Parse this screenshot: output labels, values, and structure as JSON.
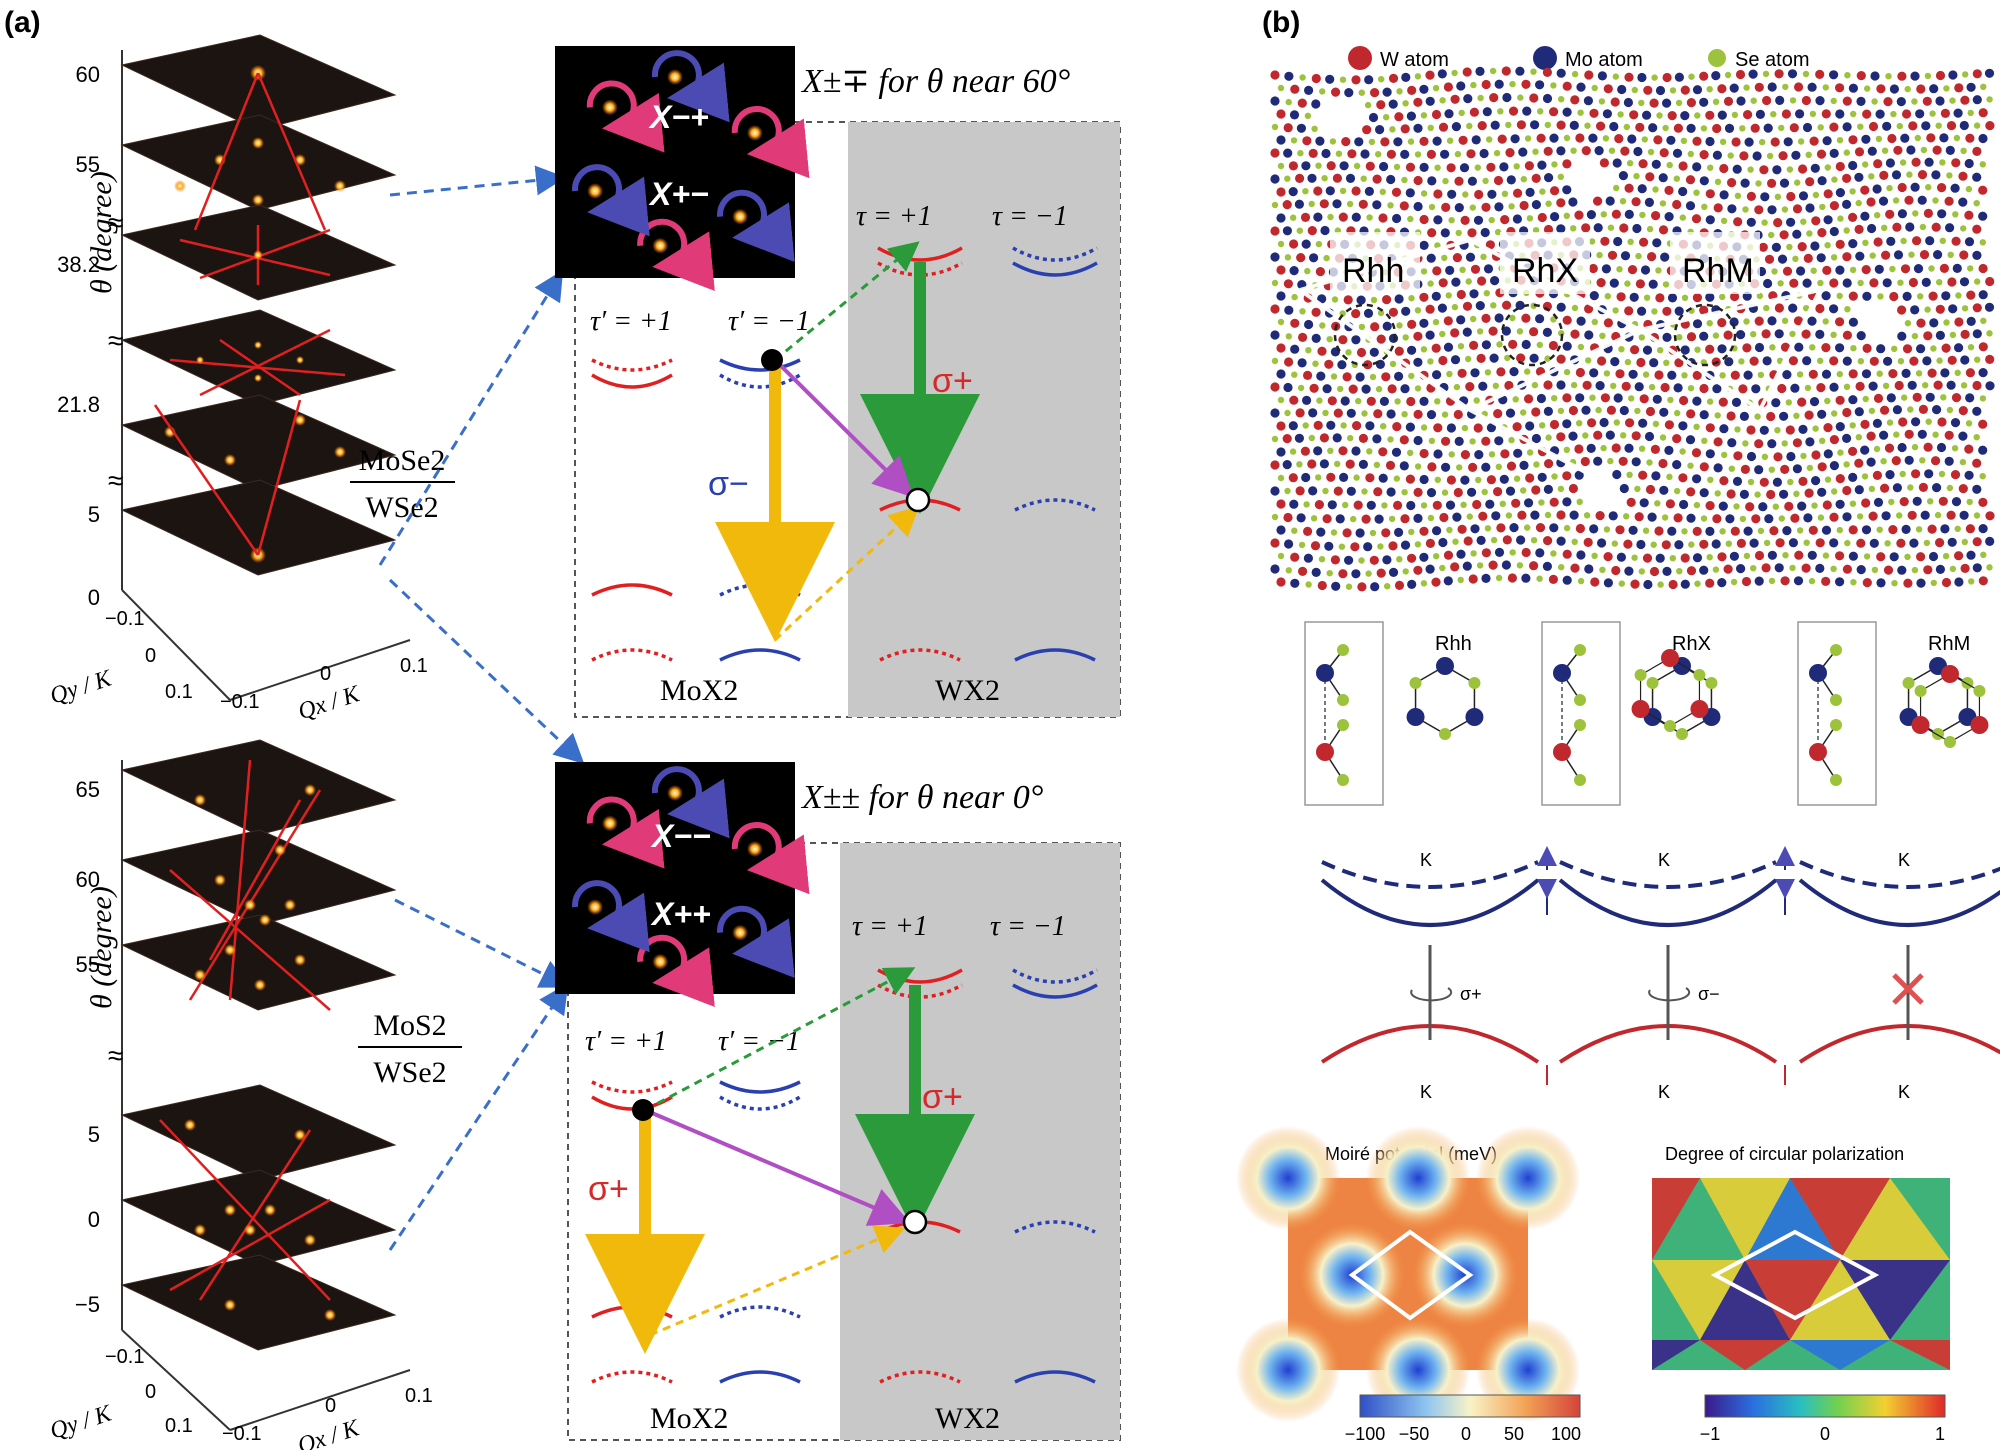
{
  "panel_a": {
    "label": "(a)",
    "stack1": {
      "axis_label": "θ (degree)",
      "ticks": [
        "60",
        "55",
        "38.2",
        "21.8",
        "5",
        "0"
      ],
      "tick_fr": [
        "−0.1",
        "0",
        "0.1"
      ],
      "qy_ticks": [
        "−0.1",
        "0",
        "0.1"
      ],
      "qx_ticks": [
        "−0.1",
        "0",
        "0.1"
      ],
      "qy_label": "Qy / K",
      "qx_label": "Qx / K",
      "break_symbol": "≈",
      "material_top": "MoSe2",
      "material_bottom": "WSe2"
    },
    "stack2": {
      "axis_label": "θ (degree)",
      "ticks": [
        "65",
        "60",
        "55",
        "5",
        "0",
        "−5"
      ],
      "qy_ticks": [
        "−0.1",
        "0",
        "0.1"
      ],
      "qx_ticks": [
        "−0.1",
        "0",
        "0.1"
      ],
      "qy_label": "Qy / K",
      "qx_label": "Qx / K",
      "break_symbol": "≈",
      "material_top": "MoS2",
      "material_bottom": "WSe2"
    },
    "box_top": {
      "title": "X±∓ for θ near 60°",
      "inset_labels": [
        "X−+",
        "X+−"
      ],
      "tau_left_1": "τ′ = +1",
      "tau_left_2": "τ′ = −1",
      "tau_right_1": "τ = +1",
      "tau_right_2": "τ = −1",
      "sigma_left": "σ−",
      "sigma_right": "σ+",
      "mat_left": "MoX2",
      "mat_right": "WX2"
    },
    "box_bottom": {
      "title": "X±± for θ near 0°",
      "inset_labels": [
        "X−−",
        "X++"
      ],
      "tau_left_1": "τ′ = +1",
      "tau_left_2": "τ′ = −1",
      "tau_right_1": "τ = +1",
      "tau_right_2": "τ = −1",
      "sigma_left": "σ+",
      "sigma_right": "σ+",
      "mat_left": "MoX2",
      "mat_right": "WX2"
    }
  },
  "panel_b": {
    "label": "(b)",
    "legend": [
      {
        "name": "W atom",
        "color": "#c0282d"
      },
      {
        "name": "Mo atom",
        "color": "#1f2a78"
      },
      {
        "name": "Se atom",
        "color": "#9cc33b"
      }
    ],
    "stacking_labels": [
      "Rhh",
      "RhX",
      "RhM"
    ],
    "band_labels": {
      "K": "K",
      "sigma_plus": "σ+",
      "sigma_minus": "σ−"
    },
    "map_left": {
      "title": "Moiré potential (meV)",
      "colorbar_ticks": [
        "−100",
        "−50",
        "0",
        "50",
        "100"
      ]
    },
    "map_right": {
      "title": "Degree of circular polarization",
      "colorbar_ticks": [
        "−1",
        "0",
        "1"
      ]
    }
  }
}
